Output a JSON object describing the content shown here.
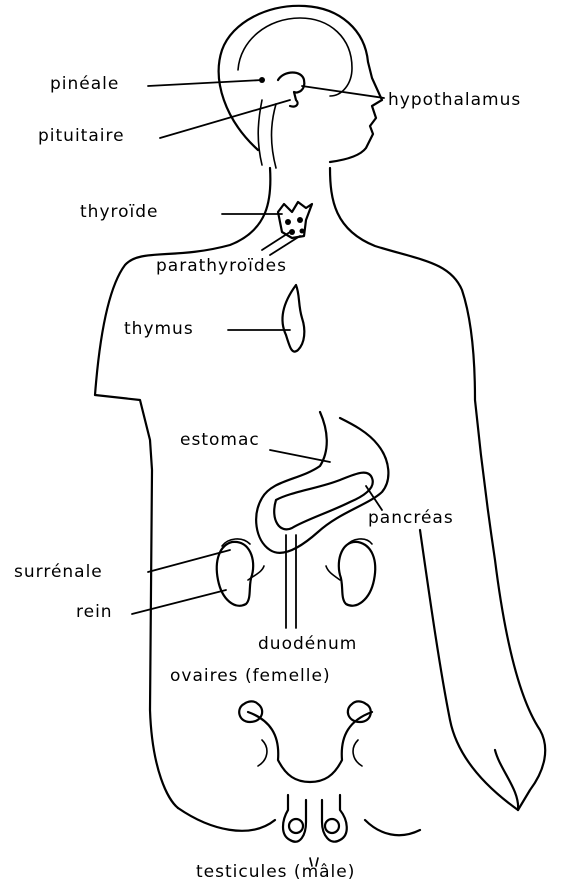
{
  "labels": {
    "pineale": "pinéale",
    "pituitaire": "pituitaire",
    "hypothalamus": "hypothalamus",
    "thyroide": "thyroïde",
    "parathyroides": "parathyroïdes",
    "thymus": "thymus",
    "estomac": "estomac",
    "pancreas": "pancréas",
    "surrenale": "surrénale",
    "rein": "rein",
    "duodenum": "duodénum",
    "ovaires": "ovaires (femelle)",
    "testicules": "testicules (mâle)"
  }
}
